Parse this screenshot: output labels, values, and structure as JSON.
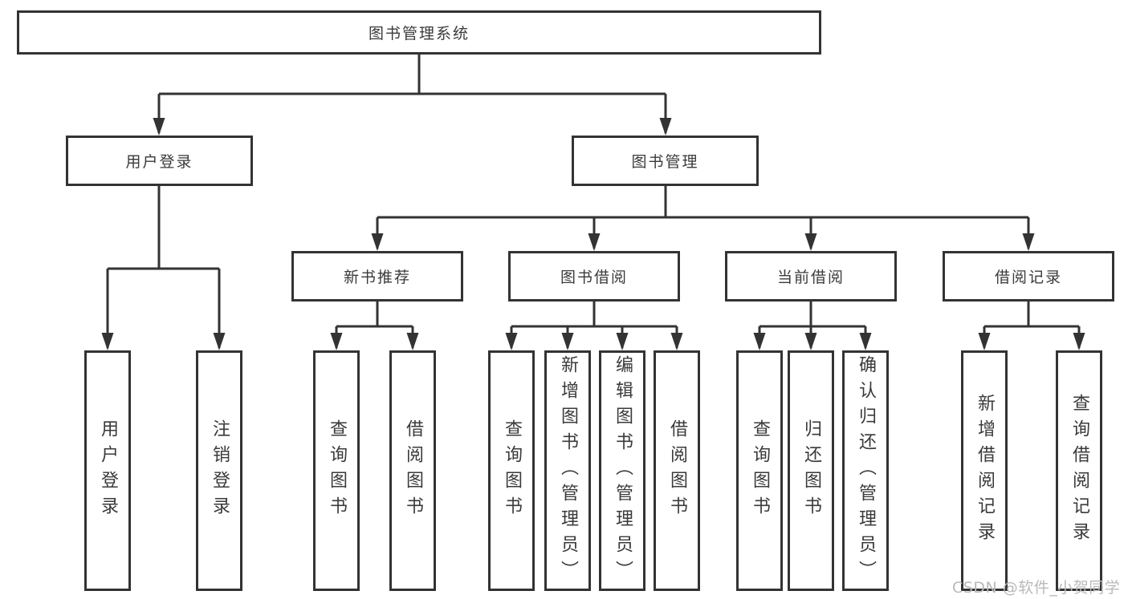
{
  "tree": {
    "label": "图书管理系统",
    "children": [
      {
        "label": "用户登录",
        "children": [
          {
            "label": "用户登录"
          },
          {
            "label": "注销登录"
          }
        ]
      },
      {
        "label": "图书管理",
        "children": [
          {
            "label": "新书推荐",
            "children": [
              {
                "label": "查询图书"
              },
              {
                "label": "借阅图书"
              }
            ]
          },
          {
            "label": "图书借阅",
            "children": [
              {
                "label": "查询图书"
              },
              {
                "label": "新增图书（管理员）"
              },
              {
                "label": "编辑图书（管理员）"
              },
              {
                "label": "借阅图书"
              }
            ]
          },
          {
            "label": "当前借阅",
            "children": [
              {
                "label": "查询图书"
              },
              {
                "label": "归还图书"
              },
              {
                "label": "确认归还（管理员）"
              }
            ]
          },
          {
            "label": "借阅记录",
            "children": [
              {
                "label": "新增借阅记录"
              },
              {
                "label": "查询借阅记录"
              }
            ]
          }
        ]
      }
    ]
  },
  "colors": {
    "line": "#333333",
    "text": "#3a3a3a",
    "watermark": "#b9b9b9"
  },
  "watermark": "CSDN @软件_小贺同学"
}
